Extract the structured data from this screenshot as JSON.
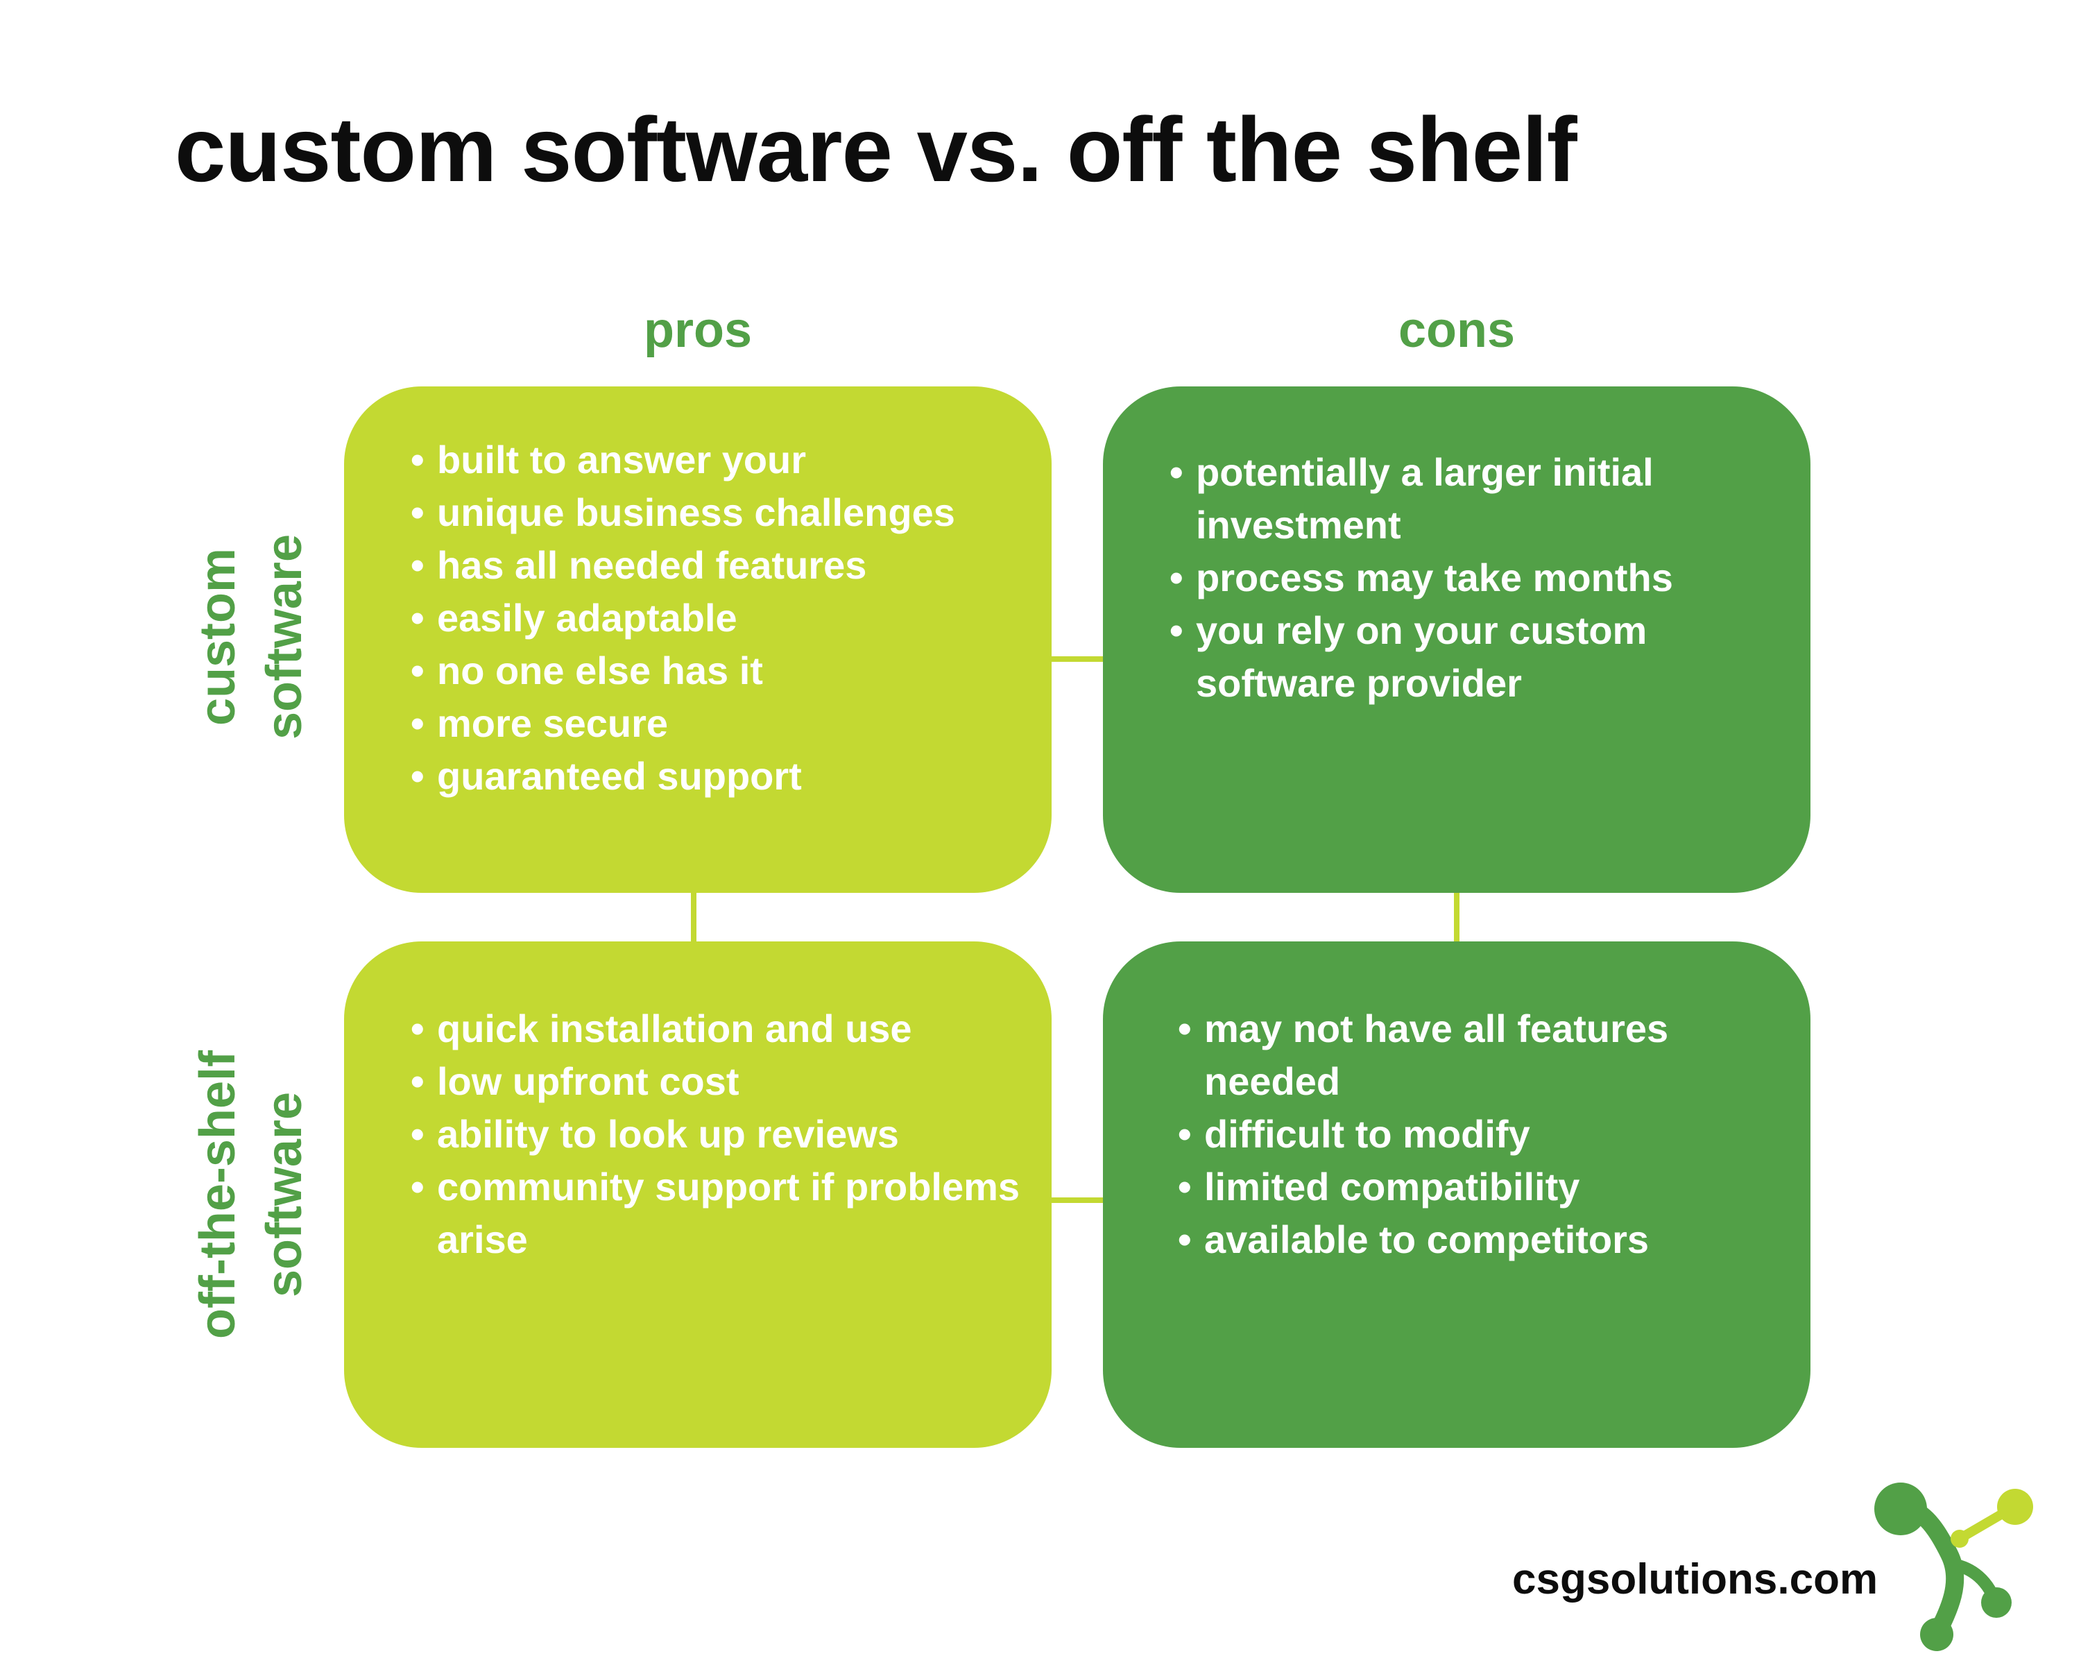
{
  "title": "custom software vs. off the shelf",
  "columns": {
    "pros": "pros",
    "cons": "cons"
  },
  "rows": {
    "custom": {
      "line1": "custom",
      "line2": "software"
    },
    "off_the_shelf": {
      "line1": "off-the-shelf",
      "line2": "software"
    }
  },
  "cells": {
    "custom_pros": [
      "built to answer your",
      "unique business challenges",
      "has all needed features",
      "easily adaptable",
      "no one else has it",
      "more secure",
      "guaranteed support"
    ],
    "custom_cons": [
      "potentially a larger initial investment",
      "process may take months",
      "you rely on your custom software provider"
    ],
    "ots_pros": [
      "quick installation and use",
      "low upfront cost",
      "ability to look up reviews",
      "community support if problems arise"
    ],
    "ots_cons": [
      "may not have all features needed",
      "difficult to modify",
      "limited compatibility",
      "available to competitors"
    ]
  },
  "bullet_char": "•",
  "footer": {
    "website": "csgsolutions.com"
  },
  "colors": {
    "pros_box": "#c3d932",
    "cons_box": "#52a047",
    "heading_green": "#52a047",
    "title_text": "#0d0d0d",
    "item_text": "#ffffff"
  },
  "icons": {
    "logo": "csg-molecule-logo"
  }
}
